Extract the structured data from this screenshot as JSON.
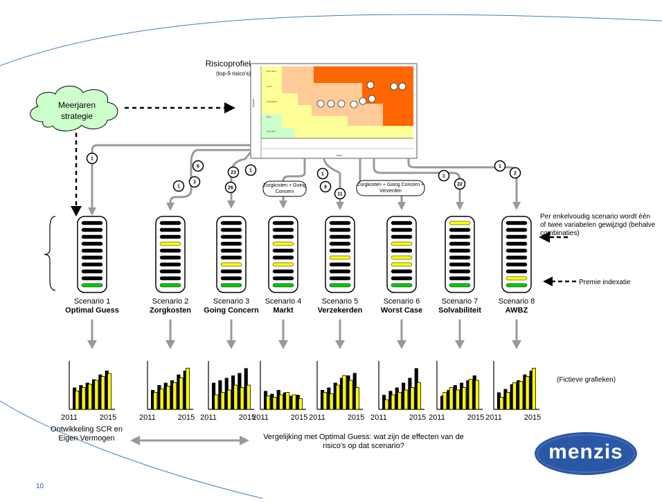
{
  "risk_profile": {
    "title": "Risicoprofiel",
    "subtitle": "(top-9 risico's)"
  },
  "strategy": {
    "label": "Meerjaren strategie"
  },
  "scenarios": [
    {
      "label": "Scenario 1",
      "name": "Optimal Guess",
      "callouts": [
        "1"
      ],
      "bars": [
        "black",
        "black",
        "black",
        "black",
        "black",
        "black",
        "black",
        "black",
        "black",
        "green"
      ],
      "chart_data": {
        "type": "bar",
        "series": [
          {
            "name": "",
            "values": [
              45,
              40,
              48,
              55,
              60,
              70,
              65
            ]
          },
          {
            "name": "",
            "values": [
              0,
              40,
              45,
              52,
              58,
              66,
              62
            ]
          }
        ]
      }
    },
    {
      "label": "Scenario 2",
      "name": "Zorgkosten",
      "callouts": [
        "6",
        "1",
        "3"
      ],
      "bars": [
        "black",
        "black",
        "black",
        "yellow",
        "black",
        "black",
        "black",
        "black",
        "black",
        "green"
      ]
    },
    {
      "label": "Scenario 3",
      "name": "Going Concern",
      "callouts": [
        "23",
        "26"
      ],
      "bars": [
        "black",
        "black",
        "black",
        "black",
        "black",
        "black",
        "yellow",
        "black",
        "black",
        "green"
      ]
    },
    {
      "label": "Scenario 4",
      "name": "Markt",
      "callouts": [
        "1"
      ],
      "note": "Zorgkosten + Going Concern",
      "bars": [
        "black",
        "black",
        "black",
        "yellow",
        "black",
        "black",
        "yellow",
        "black",
        "black",
        "green"
      ]
    },
    {
      "label": "Scenario 5",
      "name": "Verzekerden",
      "callouts": [
        "1",
        "9",
        "11"
      ],
      "bars": [
        "black",
        "black",
        "black",
        "black",
        "black",
        "yellow",
        "black",
        "black",
        "black",
        "green"
      ]
    },
    {
      "label": "Scenario 6",
      "name": "Worst Case",
      "note": "Zorgkosten + Going Concern + Verzerden",
      "bars": [
        "black",
        "black",
        "black",
        "yellow",
        "black",
        "yellow",
        "yellow",
        "black",
        "black",
        "green"
      ]
    },
    {
      "label": "Scenario 7",
      "name": "Solvabiliteit",
      "callouts": [
        "1",
        "22"
      ],
      "bars": [
        "yellow",
        "black",
        "black",
        "black",
        "black",
        "black",
        "black",
        "black",
        "black",
        "green"
      ]
    },
    {
      "label": "Scenario 8",
      "name": "AWBZ",
      "callouts": [
        "1",
        "2"
      ],
      "bars": [
        "black",
        "black",
        "black",
        "black",
        "black",
        "black",
        "black",
        "black",
        "yellow",
        "green"
      ]
    }
  ],
  "side_notes": {
    "variation": "Per enkelvoudig scenario wordt één of twee variabelen gewijzigd (behalve combinaties)",
    "premium": "Premie indexatie",
    "fictive": "(Fictieve grafieken)"
  },
  "chart_axis": {
    "start": "2011",
    "end": "2015"
  },
  "bottom": {
    "left_caption": "Ontwikkeling SCR en Eigen Vermogen",
    "comparison": "Vergelijking met Optimal Guess: wat zijn de effecten van de risico's op dat scenario?"
  },
  "logo": {
    "text": "menzis"
  },
  "page_number": "10",
  "colors": {
    "black_bar": "#000000",
    "yellow_bar": "#ffff00",
    "green_bar": "#00cc00",
    "cloud": "#ccffcc",
    "arrow": "#999999",
    "heat_high": "#ff6600",
    "heat_mid": "#ffcc99",
    "heat_low": "#ffff99",
    "heat_green": "#ccffcc"
  },
  "mini_charts": [
    {
      "black": [
        45,
        50,
        55,
        62,
        72,
        80
      ],
      "yellow": [
        38,
        45,
        52,
        60,
        68,
        74
      ]
    },
    {
      "black": [
        40,
        50,
        55,
        60,
        72,
        80
      ],
      "yellow": [
        35,
        42,
        48,
        55,
        65,
        85
      ]
    },
    {
      "black": [
        55,
        60,
        65,
        70,
        75,
        85
      ],
      "yellow": [
        30,
        35,
        40,
        50,
        45,
        50
      ]
    },
    {
      "black": [
        38,
        32,
        40,
        35,
        28,
        30
      ],
      "yellow": [
        28,
        25,
        30,
        35,
        30,
        22
      ]
    },
    {
      "black": [
        40,
        45,
        55,
        65,
        70,
        75
      ],
      "yellow": [
        35,
        32,
        50,
        70,
        60,
        45
      ]
    },
    {
      "black": [
        30,
        38,
        45,
        55,
        65,
        85
      ],
      "yellow": [
        20,
        30,
        35,
        40,
        45,
        55
      ]
    },
    {
      "black": [
        28,
        40,
        50,
        55,
        60,
        70
      ],
      "yellow": [
        35,
        45,
        40,
        45,
        62,
        60
      ]
    },
    {
      "black": [
        35,
        42,
        52,
        60,
        72,
        80
      ],
      "yellow": [
        25,
        35,
        55,
        58,
        68,
        85
      ]
    }
  ]
}
